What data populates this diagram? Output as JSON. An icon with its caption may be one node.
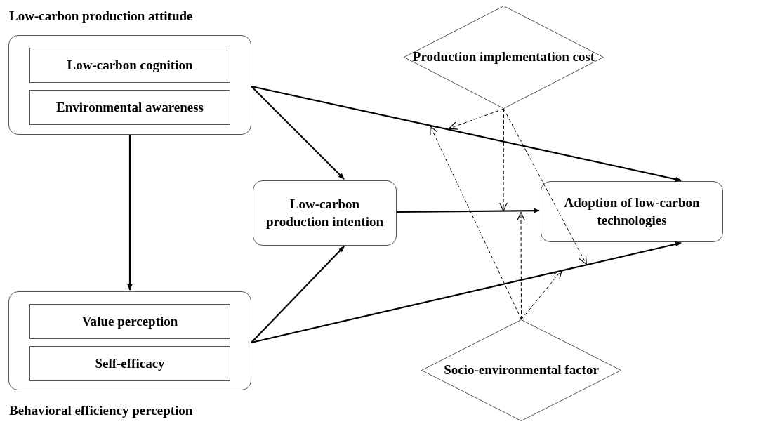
{
  "diagram": {
    "nodes": [
      {
        "text": [
          "Low-carbon production attitude"
        ]
      },
      {
        "text": [
          "Low-carbon cognition"
        ],
        "in": 0
      },
      {
        "text": [
          "Environmental awareness"
        ],
        "in": 0
      },
      {
        "text": [
          "Behavioral efficiency perception"
        ]
      },
      {
        "text": [
          "Value perception"
        ],
        "in": 3
      },
      {
        "text": [
          "Self-efficacy"
        ],
        "in": 3
      },
      {
        "text": [
          "Low-carbon production intention"
        ]
      },
      {
        "text": [
          "Adoption of low-carbon technologies"
        ]
      },
      {
        "text": [
          "Production implementation cost"
        ]
      },
      {
        "text": [
          "Socio-environmental factor"
        ]
      }
    ],
    "edges": [
      {
        "from": 0,
        "to": 6,
        "arrow": "to"
      },
      {
        "from": 0,
        "to": 7,
        "arrow": "to"
      },
      {
        "from": 0,
        "to": 3,
        "arrow": "to"
      },
      {
        "from": 3,
        "to": 6,
        "arrow": "to"
      },
      {
        "from": 3,
        "to": 7,
        "arrow": "to"
      },
      {
        "from": 6,
        "to": 7,
        "arrow": "to"
      },
      {
        "from": 8,
        "to": null,
        "arrow": "to",
        "style": "dashed"
      },
      {
        "from": 8,
        "to": null,
        "arrow": "to",
        "style": "dashed"
      },
      {
        "from": 8,
        "to": null,
        "arrow": "to",
        "style": "dashed"
      },
      {
        "from": 9,
        "to": null,
        "arrow": "to",
        "style": "dashed"
      },
      {
        "from": 9,
        "to": null,
        "arrow": "to",
        "style": "dashed"
      },
      {
        "from": 9,
        "to": null,
        "arrow": "to",
        "style": "dashed"
      }
    ]
  }
}
